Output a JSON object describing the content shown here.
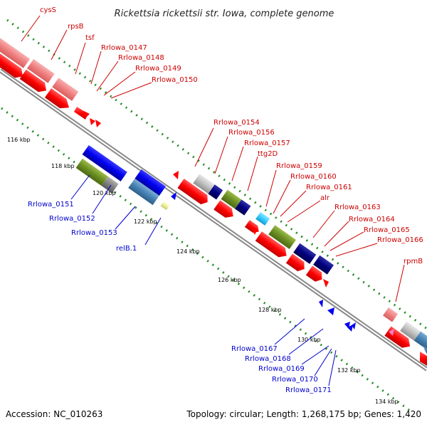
{
  "title": "Rickettsia rickettsii str. Iowa, complete genome",
  "footer": {
    "accession": "Accession: NC_010263",
    "topology": "Topology: circular; Length: 1,268,175 bp; Genes: 1,420"
  },
  "ticks": [
    "116 kbp",
    "118 kbp",
    "120 kbp",
    "122 kbp",
    "124 kbp",
    "126 kbp",
    "128 kbp",
    "130 kbp",
    "132 kbp",
    "134 kbp"
  ],
  "top_labels": [
    "cysS",
    "rpsB",
    "tsf",
    "Rrlowa_0147",
    "Rrlowa_0148",
    "Rrlowa_0149",
    "Rrlowa_0150",
    "Rrlowa_0154",
    "Rrlowa_0156",
    "Rrlowa_0157",
    "ttg2D",
    "Rrlowa_0159",
    "Rrlowa_0160",
    "Rrlowa_0161",
    "alr",
    "Rrlowa_0163",
    "Rrlowa_0164",
    "Rrlowa_0165",
    "Rrlowa_0166",
    "rpmB"
  ],
  "bottom_labels": [
    "Rrlowa_0151",
    "Rrlowa_0152",
    "Rrlowa_0153",
    "relB.1",
    "Rrlowa_0167",
    "Rrlowa_0168",
    "Rrlowa_0169",
    "Rrlowa_0170",
    "Rrlowa_0171"
  ],
  "colors": {
    "forward": "#ff0000",
    "forward_light": "#f08080",
    "reverse": "#0000ee",
    "reverse_light": "#4682b4",
    "olive": "#6b8e23",
    "navy": "#000080",
    "gray": "#808080",
    "backbone": "#888888",
    "dot": "#228b22"
  }
}
